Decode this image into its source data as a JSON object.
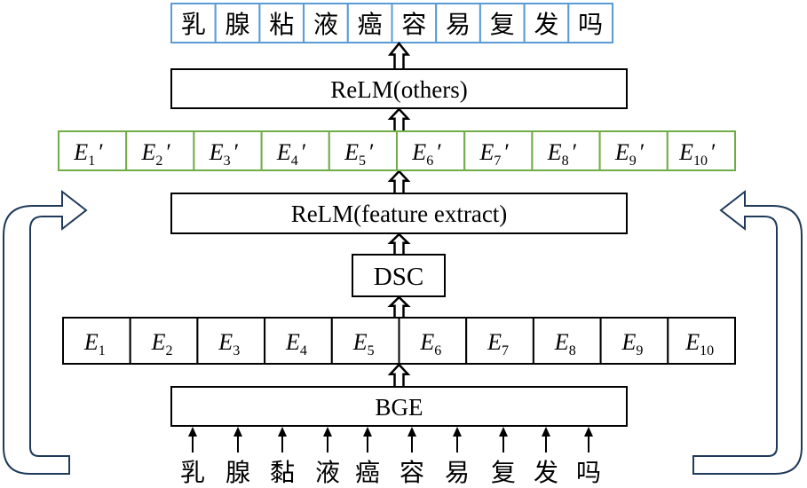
{
  "output_tokens": [
    "乳",
    "腺",
    "粘",
    "液",
    "癌",
    "容",
    "易",
    "复",
    "发",
    "吗"
  ],
  "input_tokens": [
    "乳",
    "腺",
    "黏",
    "液",
    "癌",
    "容",
    "易",
    "复",
    "发",
    "吗"
  ],
  "blocks": {
    "relm_others": "ReLM(others)",
    "relm_feature": "ReLM(feature extract)",
    "dsc": "DSC",
    "bge": "BGE"
  },
  "embeddings": {
    "base": "E",
    "prime_mark": "′",
    "indices": [
      "1",
      "2",
      "3",
      "4",
      "5",
      "6",
      "7",
      "8",
      "9",
      "10"
    ]
  },
  "colors": {
    "output_border": "#5b9bd5",
    "prime_border": "#70ad47",
    "line": "#000000",
    "loop_arrow": "#1f3a5a"
  }
}
